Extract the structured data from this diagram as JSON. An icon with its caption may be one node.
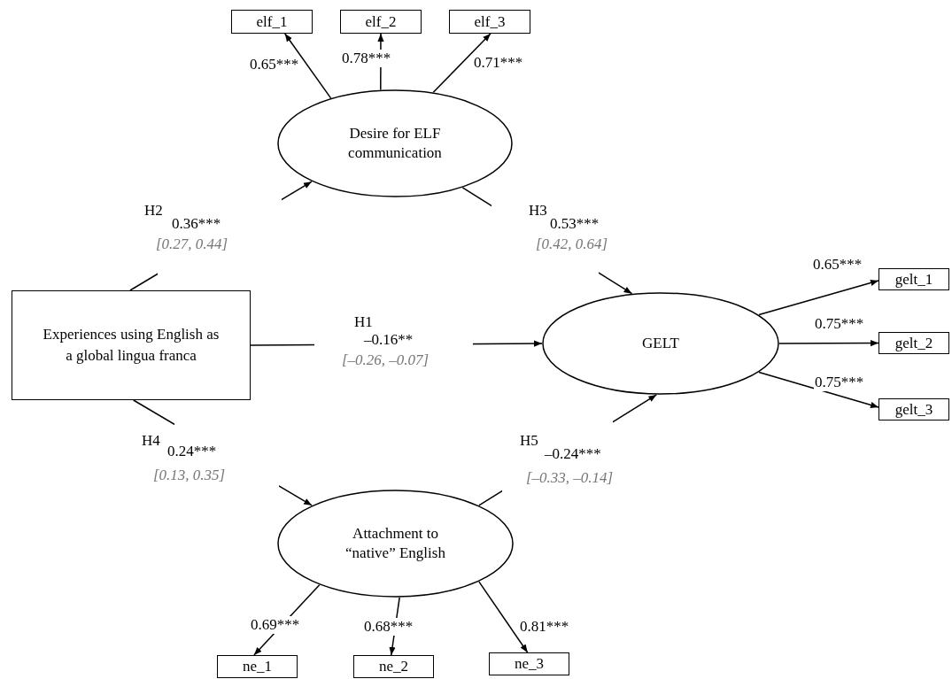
{
  "diagram": {
    "nodes": [
      {
        "text": [
          "Experiences using English as a global lingua franca"
        ]
      },
      {
        "text": [
          "Desire for ELF communication"
        ]
      },
      {
        "text": [
          "GELT"
        ]
      },
      {
        "text": [
          "Attachment to “native” English"
        ]
      },
      {
        "text": [
          "elf_1"
        ]
      },
      {
        "text": [
          "elf_2"
        ]
      },
      {
        "text": [
          "elf_3"
        ]
      },
      {
        "text": [
          "gelt_1"
        ]
      },
      {
        "text": [
          "gelt_2"
        ]
      },
      {
        "text": [
          "gelt_3"
        ]
      },
      {
        "text": [
          "ne_1"
        ]
      },
      {
        "text": [
          "ne_2"
        ]
      },
      {
        "text": [
          "ne_3"
        ]
      }
    ],
    "edges": [
      {
        "from": 0,
        "to": 1,
        "arrow": "to",
        "label": "0.36***"
      },
      {
        "from": 1,
        "to": 2,
        "arrow": "to",
        "label": "0.53***"
      },
      {
        "from": 0,
        "to": 2,
        "arrow": "to",
        "label": "–0.16**"
      },
      {
        "from": 0,
        "to": 3,
        "arrow": "to",
        "label": "0.24***"
      },
      {
        "from": 3,
        "to": 2,
        "arrow": "to",
        "label": "–0.24***"
      },
      {
        "from": 1,
        "to": 4,
        "arrow": "to",
        "label": "0.65***"
      },
      {
        "from": 1,
        "to": 5,
        "arrow": "to",
        "label": "0.78***"
      },
      {
        "from": 1,
        "to": 6,
        "arrow": "to",
        "label": "0.71***"
      },
      {
        "from": 2,
        "to": 7,
        "arrow": "to",
        "label": "0.65***"
      },
      {
        "from": 2,
        "to": 8,
        "arrow": "to",
        "label": "0.75***"
      },
      {
        "from": 2,
        "to": 9,
        "arrow": "to",
        "label": "0.75***"
      },
      {
        "from": 3,
        "to": 10,
        "arrow": "to",
        "label": "0.69***"
      },
      {
        "from": 3,
        "to": 11,
        "arrow": "to",
        "label": "0.68***"
      },
      {
        "from": 3,
        "to": 12,
        "arrow": "to",
        "label": "0.81***"
      }
    ],
    "labels": [
      "H2",
      "[0.27, 0.44]",
      "H3",
      "[0.42, 0.64]",
      "H1",
      "[–0.26, –0.07]",
      "H4",
      "[0.13, 0.35]",
      "H5",
      "[–0.33, –0.14]"
    ]
  }
}
